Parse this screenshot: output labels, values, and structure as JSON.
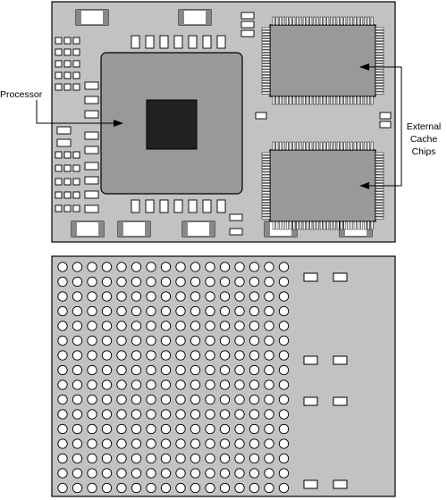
{
  "labels": {
    "processor": "Processor",
    "cache_line1": "External",
    "cache_line2": "Cache",
    "cache_line3": "Chips"
  },
  "colors": {
    "board": "#c2c2c2",
    "package": "#999999",
    "die": "#222222",
    "component": "#ffffff",
    "outline": "#000000"
  },
  "bottom_board": {
    "ball_grid": {
      "rows": 16,
      "columns": 16
    }
  }
}
